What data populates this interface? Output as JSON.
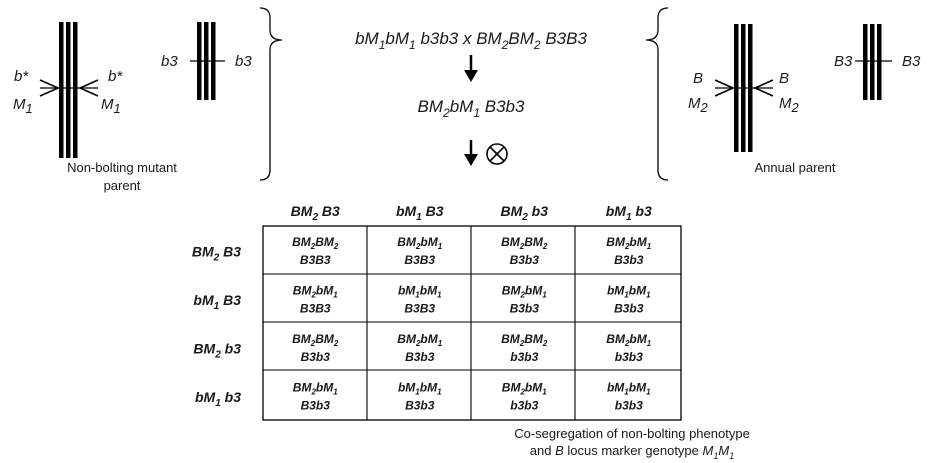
{
  "left_parent": {
    "chrom1_allele_left": "b*",
    "chrom1_marker_left": "M",
    "chrom1_marker_left_sub": "1",
    "chrom1_allele_right": "b*",
    "chrom1_marker_right": "M",
    "chrom1_marker_right_sub": "1",
    "chrom2_left": "b3",
    "chrom2_right": "b3",
    "caption_line1": "Non-bolting mutant",
    "caption_line2": "parent"
  },
  "right_parent": {
    "chrom1_allele_left": "B",
    "chrom1_marker_left": "M",
    "chrom1_marker_left_sub": "2",
    "chrom1_allele_right": "B",
    "chrom1_marker_right": "M",
    "chrom1_marker_right_sub": "2",
    "chrom2_left": "B3",
    "chrom2_right": "B3",
    "caption": "Annual parent"
  },
  "cross": {
    "parts": [
      {
        "t": "bM"
      },
      {
        "t": "1",
        "sub": true
      },
      {
        "t": "bM"
      },
      {
        "t": "1",
        "sub": true
      },
      {
        "t": " b3b3 x BM"
      },
      {
        "t": "2",
        "sub": true
      },
      {
        "t": "BM"
      },
      {
        "t": "2",
        "sub": true
      },
      {
        "t": " B3B3"
      }
    ],
    "f1_parts": [
      {
        "t": "BM"
      },
      {
        "t": "2",
        "sub": true
      },
      {
        "t": "bM"
      },
      {
        "t": "1",
        "sub": true
      },
      {
        "t": " B3b3"
      }
    ],
    "self_symbol": "⊗"
  },
  "punnett": {
    "columns": [
      [
        {
          "t": "BM"
        },
        {
          "t": "2",
          "sub": true
        },
        {
          "t": " B3"
        }
      ],
      [
        {
          "t": "bM"
        },
        {
          "t": "1",
          "sub": true
        },
        {
          "t": " B3"
        }
      ],
      [
        {
          "t": "BM"
        },
        {
          "t": "2",
          "sub": true
        },
        {
          "t": " b3"
        }
      ],
      [
        {
          "t": "bM"
        },
        {
          "t": "1",
          "sub": true
        },
        {
          "t": " b3"
        }
      ]
    ],
    "rows": [
      [
        {
          "t": "BM"
        },
        {
          "t": "2",
          "sub": true
        },
        {
          "t": " B3"
        }
      ],
      [
        {
          "t": "bM"
        },
        {
          "t": "1",
          "sub": true
        },
        {
          "t": " B3"
        }
      ],
      [
        {
          "t": "BM"
        },
        {
          "t": "2",
          "sub": true
        },
        {
          "t": " b3"
        }
      ],
      [
        {
          "t": "bM"
        },
        {
          "t": "1",
          "sub": true
        },
        {
          "t": " b3"
        }
      ]
    ],
    "cells": [
      [
        {
          "l1": [
            {
              "t": "BM"
            },
            {
              "t": "2",
              "sub": true
            },
            {
              "t": "BM"
            },
            {
              "t": "2",
              "sub": true
            }
          ],
          "l2": "B3B3"
        },
        {
          "l1": [
            {
              "t": "BM"
            },
            {
              "t": "2",
              "sub": true
            },
            {
              "t": "bM"
            },
            {
              "t": "1",
              "sub": true
            }
          ],
          "l2": "B3B3"
        },
        {
          "l1": [
            {
              "t": "BM"
            },
            {
              "t": "2",
              "sub": true
            },
            {
              "t": "BM"
            },
            {
              "t": "2",
              "sub": true
            }
          ],
          "l2": "B3b3"
        },
        {
          "l1": [
            {
              "t": "BM"
            },
            {
              "t": "2",
              "sub": true
            },
            {
              "t": "bM"
            },
            {
              "t": "1",
              "sub": true
            }
          ],
          "l2": "B3b3"
        }
      ],
      [
        {
          "l1": [
            {
              "t": "BM"
            },
            {
              "t": "2",
              "sub": true
            },
            {
              "t": "bM"
            },
            {
              "t": "1",
              "sub": true
            }
          ],
          "l2": "B3B3"
        },
        {
          "l1": [
            {
              "t": "bM"
            },
            {
              "t": "1",
              "sub": true
            },
            {
              "t": "bM"
            },
            {
              "t": "1",
              "sub": true
            }
          ],
          "l2": "B3B3"
        },
        {
          "l1": [
            {
              "t": "BM"
            },
            {
              "t": "2",
              "sub": true
            },
            {
              "t": "bM"
            },
            {
              "t": "1",
              "sub": true
            }
          ],
          "l2": "B3b3"
        },
        {
          "l1": [
            {
              "t": "bM"
            },
            {
              "t": "1",
              "sub": true
            },
            {
              "t": "bM"
            },
            {
              "t": "1",
              "sub": true
            }
          ],
          "l2": "B3b3"
        }
      ],
      [
        {
          "l1": [
            {
              "t": "BM"
            },
            {
              "t": "2",
              "sub": true
            },
            {
              "t": "BM"
            },
            {
              "t": "2",
              "sub": true
            }
          ],
          "l2": "B3b3"
        },
        {
          "l1": [
            {
              "t": "BM"
            },
            {
              "t": "2",
              "sub": true
            },
            {
              "t": "bM"
            },
            {
              "t": "1",
              "sub": true
            }
          ],
          "l2": "B3b3"
        },
        {
          "l1": [
            {
              "t": "BM"
            },
            {
              "t": "2",
              "sub": true
            },
            {
              "t": "BM"
            },
            {
              "t": "2",
              "sub": true
            }
          ],
          "l2": "b3b3"
        },
        {
          "l1": [
            {
              "t": "BM"
            },
            {
              "t": "2",
              "sub": true
            },
            {
              "t": "bM"
            },
            {
              "t": "1",
              "sub": true
            }
          ],
          "l2": "b3b3"
        }
      ],
      [
        {
          "l1": [
            {
              "t": "BM"
            },
            {
              "t": "2",
              "sub": true
            },
            {
              "t": "bM"
            },
            {
              "t": "1",
              "sub": true
            }
          ],
          "l2": "B3b3"
        },
        {
          "l1": [
            {
              "t": "bM"
            },
            {
              "t": "1",
              "sub": true
            },
            {
              "t": "bM"
            },
            {
              "t": "1",
              "sub": true
            }
          ],
          "l2": "B3b3"
        },
        {
          "l1": [
            {
              "t": "BM"
            },
            {
              "t": "2",
              "sub": true
            },
            {
              "t": "bM"
            },
            {
              "t": "1",
              "sub": true
            }
          ],
          "l2": "b3b3"
        },
        {
          "l1": [
            {
              "t": "bM"
            },
            {
              "t": "1",
              "sub": true
            },
            {
              "t": "bM"
            },
            {
              "t": "1",
              "sub": true
            }
          ],
          "l2": "b3b3"
        }
      ]
    ]
  },
  "footer": {
    "line1": "Co-segregation of non-bolting phenotype",
    "line2_parts": [
      {
        "t": "and "
      },
      {
        "t": "B",
        "ital": true
      },
      {
        "t": " locus marker genotype "
      },
      {
        "t": "M",
        "ital": true
      },
      {
        "t": "1",
        "sub": true,
        "ital": true
      },
      {
        "t": "M",
        "ital": true
      },
      {
        "t": "1",
        "sub": true,
        "ital": true
      }
    ]
  }
}
